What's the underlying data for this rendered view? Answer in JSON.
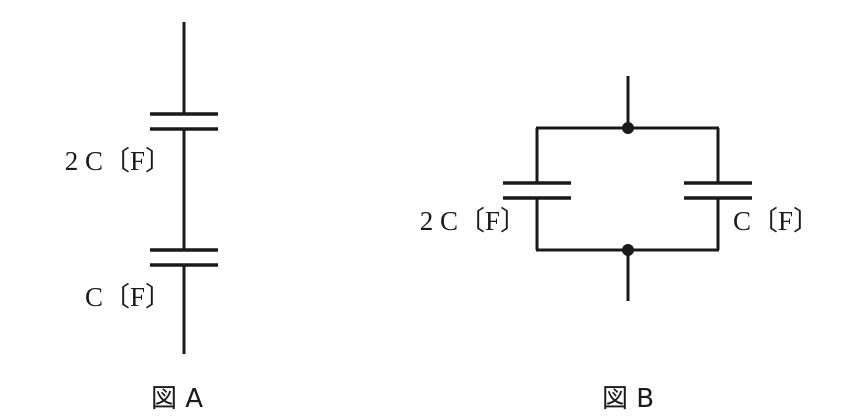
{
  "figure_a": {
    "caption": "図 A",
    "capacitor_top_label": "2 C〔F〕",
    "capacitor_bottom_label": "C〔F〕"
  },
  "figure_b": {
    "caption": "図 B",
    "capacitor_left_label": "2 C〔F〕",
    "capacitor_right_label": "C〔F〕"
  }
}
